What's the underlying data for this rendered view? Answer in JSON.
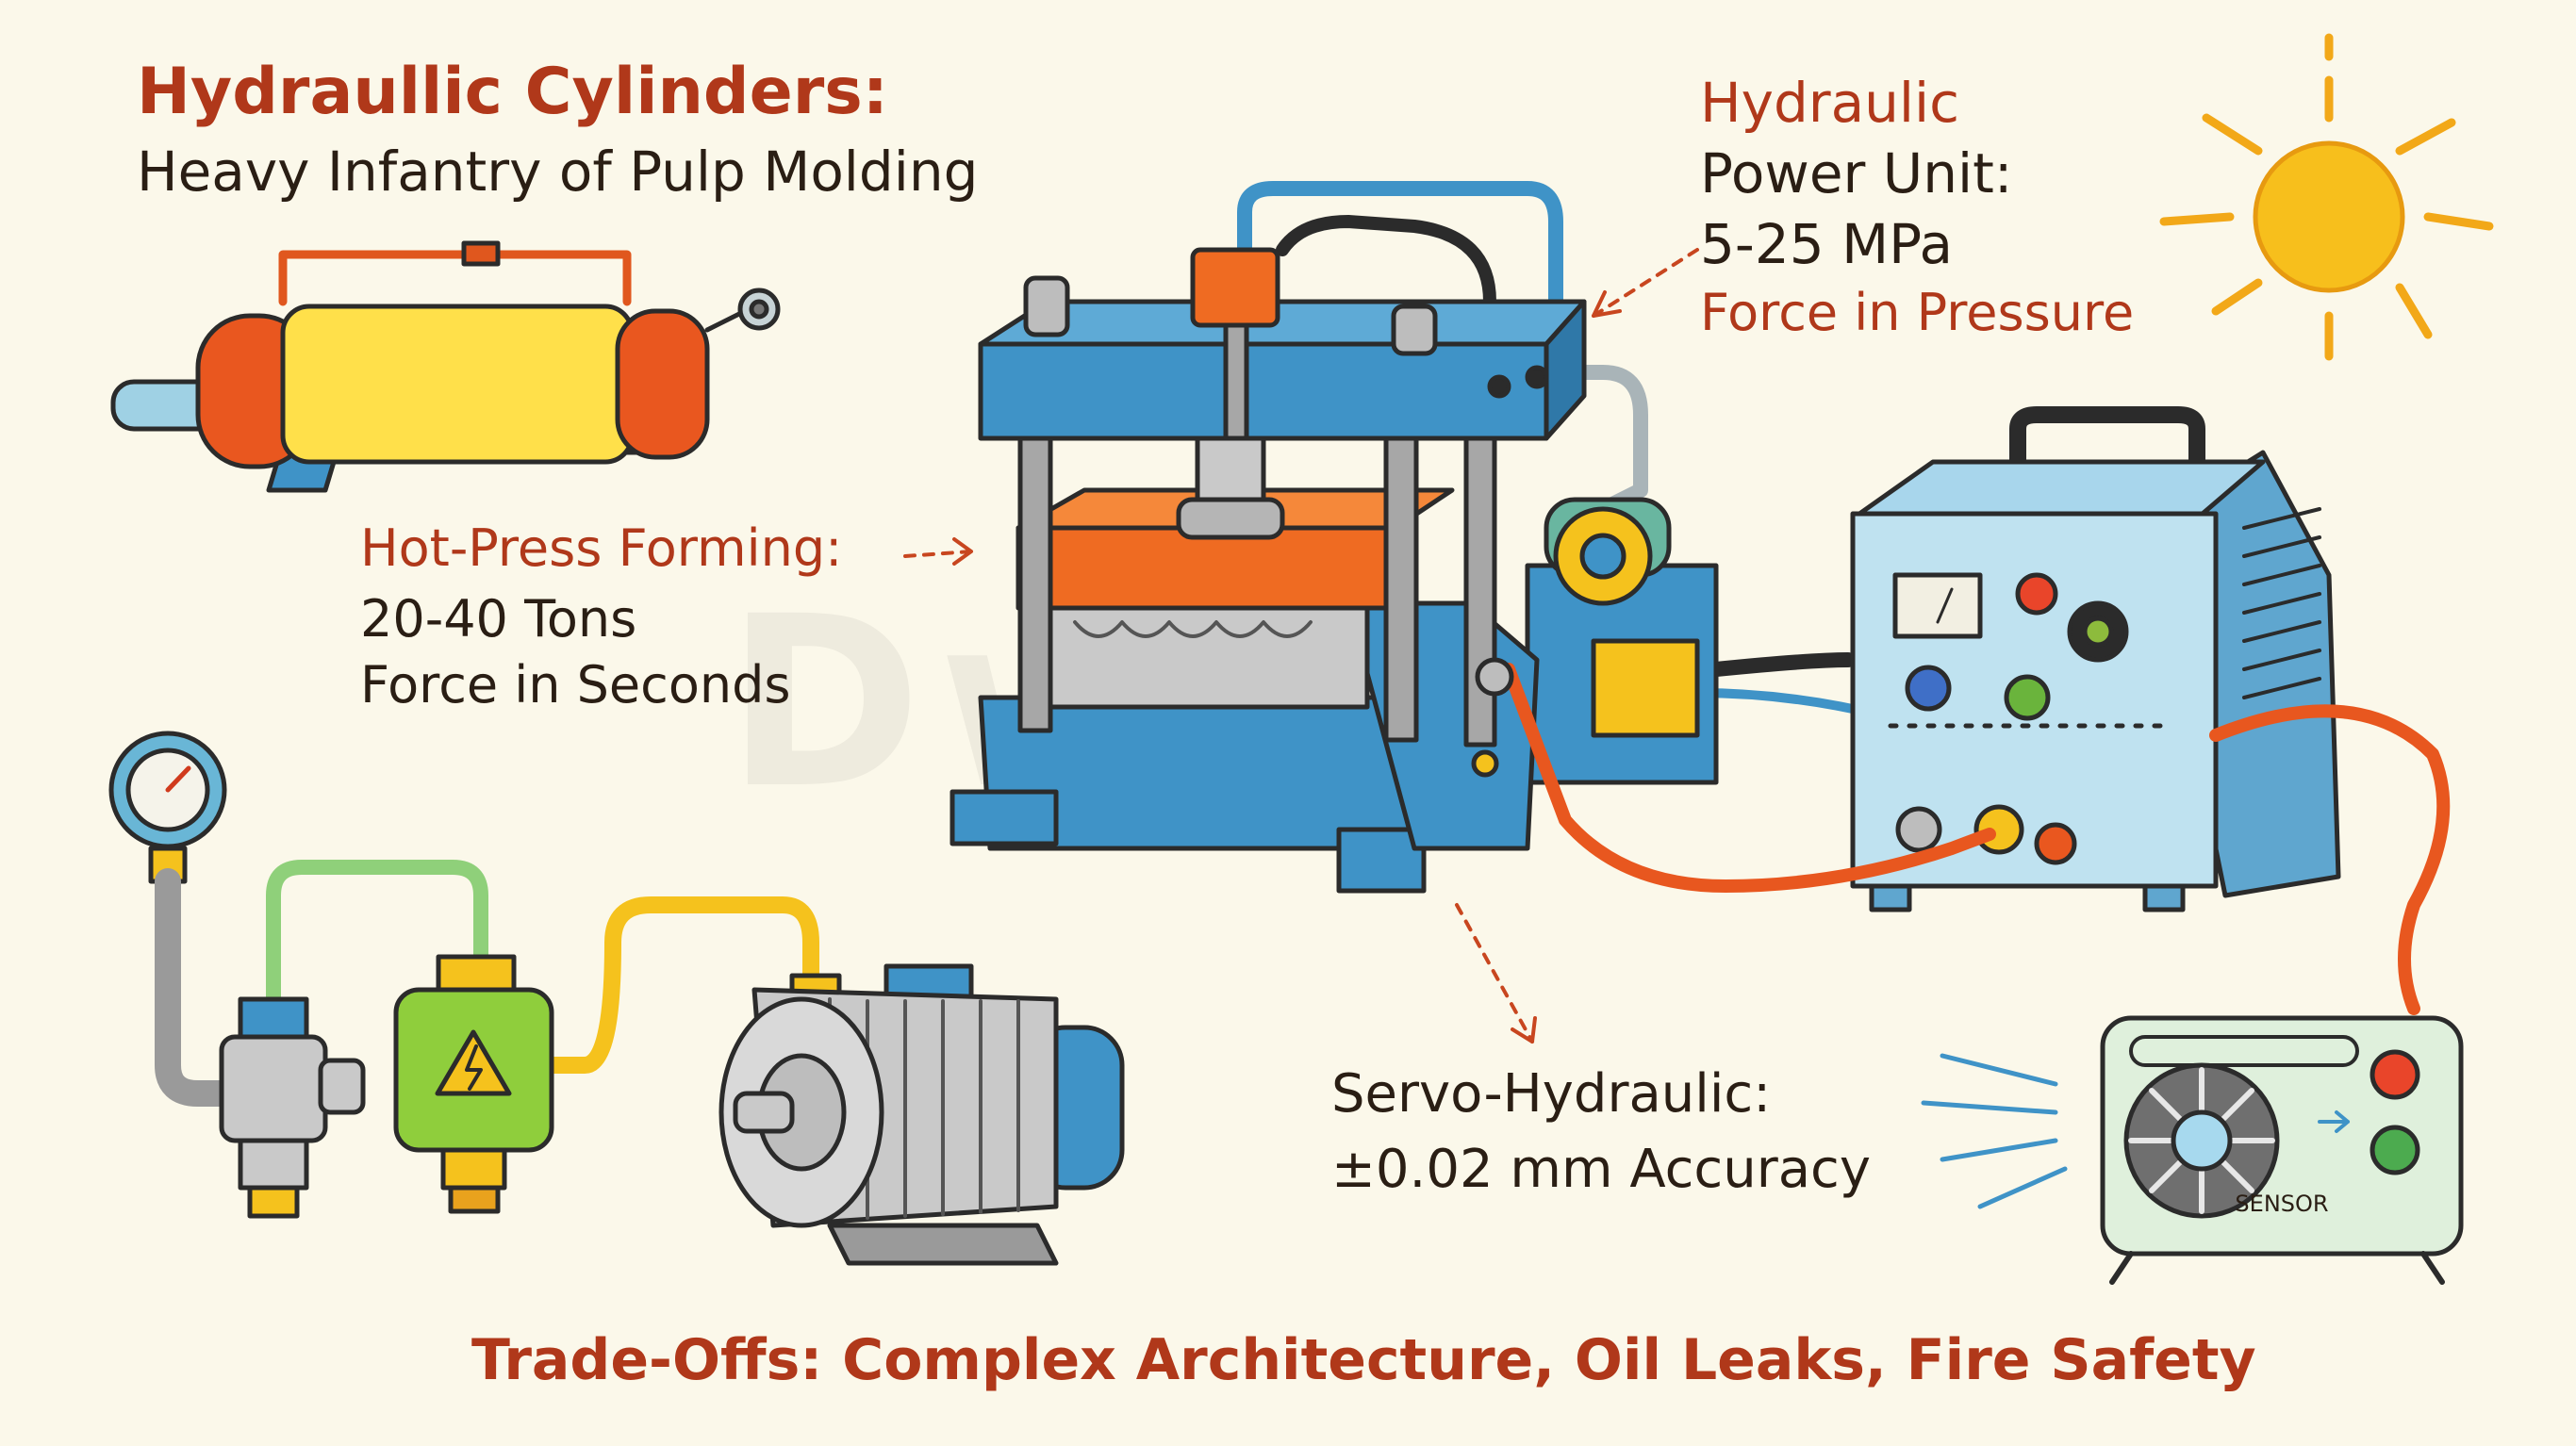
{
  "title": {
    "line1": "Hydraullic Cylinders:",
    "line2": "Heavy Infantry of Pulp Molding"
  },
  "power_unit": {
    "line1": "Hydraulic",
    "line2": "Power Unit:",
    "line3": "5-25 MPa",
    "line4": "Force in Pressure"
  },
  "hot_press": {
    "line1": "Hot-Press Forming:",
    "line2": "20-40 Tons",
    "line3": "Force in Seconds"
  },
  "servo": {
    "line1": "Servo-Hydraulic:",
    "line2": "±0.02 mm Accuracy"
  },
  "trade_offs": "Trade-Offs: Complex Architecture, Oil Leaks, Fire Safety",
  "sensor_label": "SENSOR",
  "watermark": "Dw",
  "icons": [
    "sun-icon",
    "hydraulic-cylinder-icon",
    "hydraulic-press-icon",
    "power-unit-icon",
    "pressure-gauge-icon",
    "valve-icon",
    "solenoid-warning-icon",
    "electric-motor-icon",
    "sensor-box-icon"
  ],
  "colors": {
    "label_red": "#b0381a",
    "label_dark": "#2a1e14",
    "press_blue": "#3f93c7",
    "hose_orange": "#e8571f",
    "background": "#fbf8ea"
  }
}
